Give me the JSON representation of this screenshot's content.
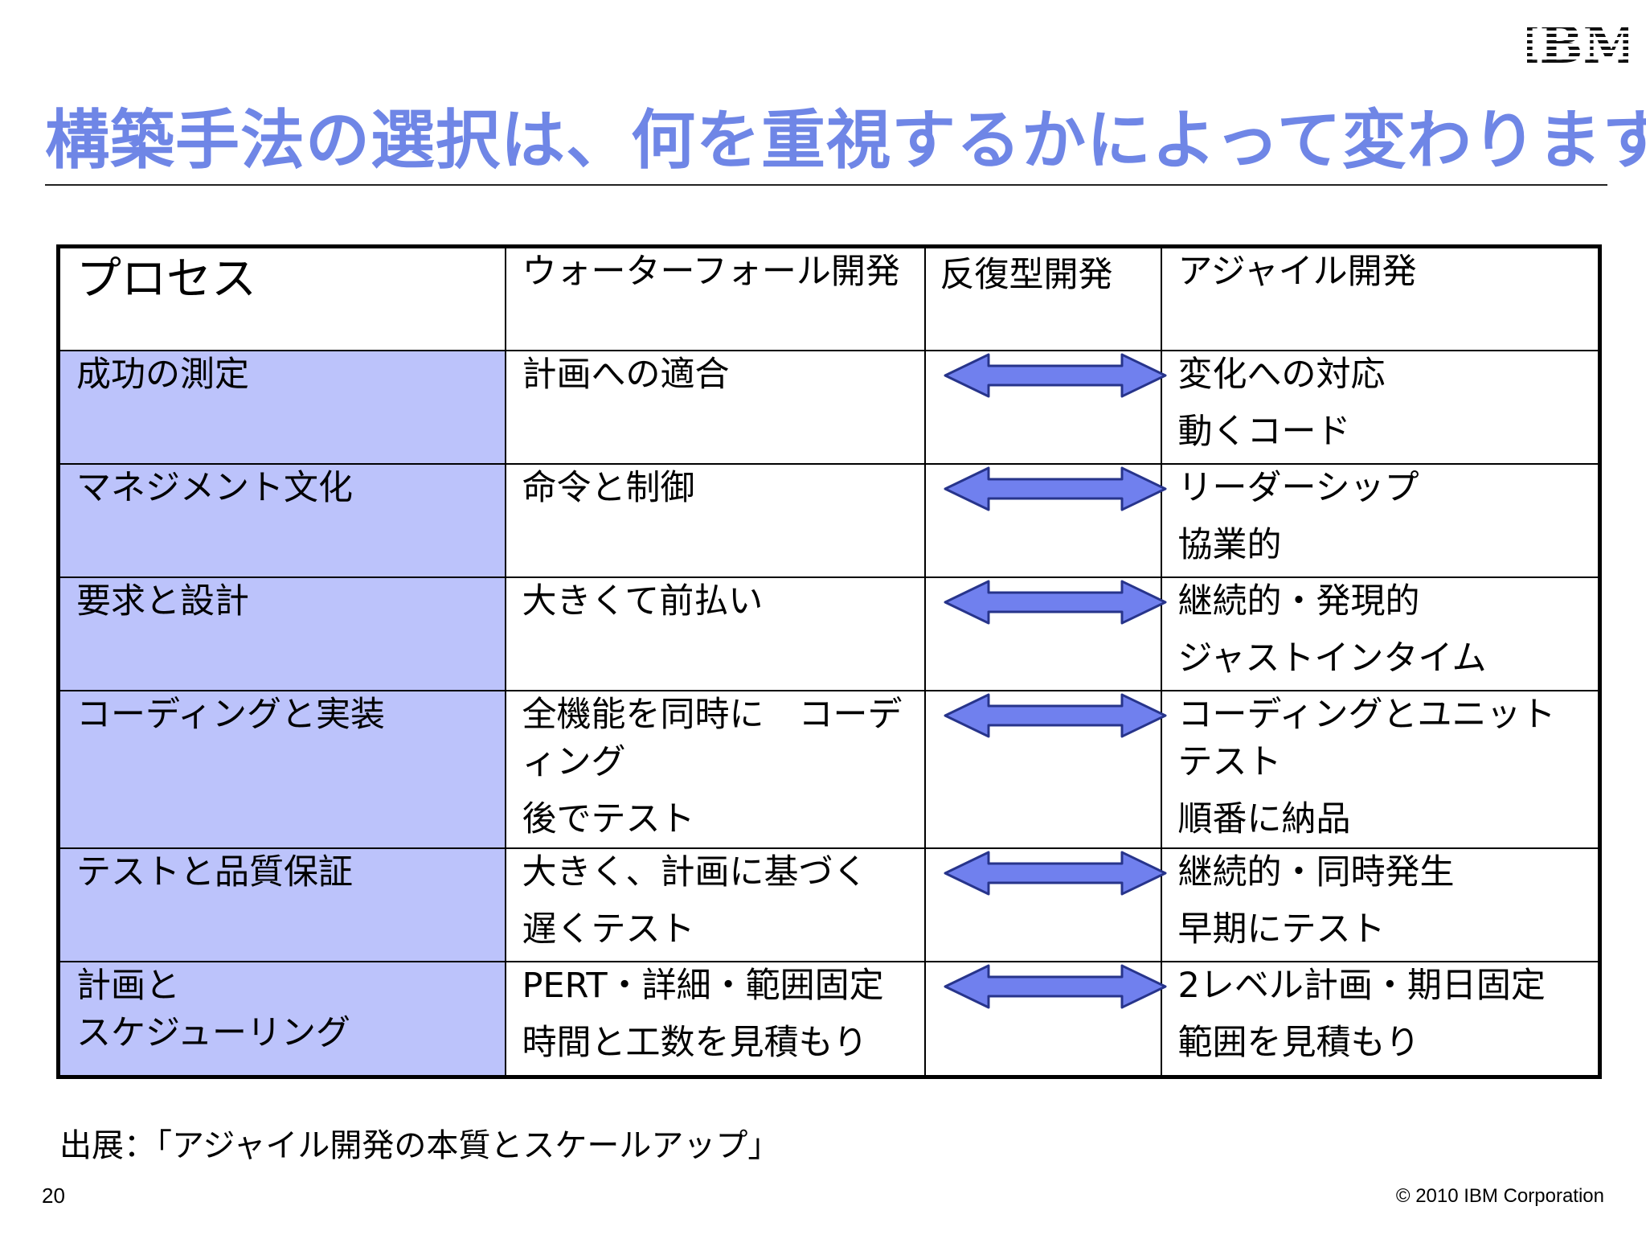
{
  "header": {
    "logo_text": "IBM",
    "title": "構築手法の選択は、何を重視するかによって変わります。"
  },
  "table": {
    "headers": {
      "process": "プロセス",
      "waterfall": "ウォーターフォール開発",
      "iterative": "反復型開発",
      "agile": "アジャイル開発"
    },
    "rows": [
      {
        "label": [
          "成功の測定"
        ],
        "waterfall": [
          "計画への適合"
        ],
        "agile": [
          "変化への対応",
          "動くコード"
        ]
      },
      {
        "label": [
          "マネジメント文化"
        ],
        "waterfall": [
          "命令と制御"
        ],
        "agile": [
          "リーダーシップ",
          "協業的"
        ]
      },
      {
        "label": [
          "要求と設計"
        ],
        "waterfall": [
          "大きくて前払い"
        ],
        "agile": [
          "継続的・発現的",
          "ジャストインタイム"
        ]
      },
      {
        "label": [
          "コーディングと実装"
        ],
        "waterfall": [
          "全機能を同時に　コーディング",
          "後でテスト"
        ],
        "agile": [
          "コーディングとユニットテスト",
          "順番に納品"
        ]
      },
      {
        "label": [
          "テストと品質保証"
        ],
        "waterfall": [
          "大きく、計画に基づく",
          "遅くテスト"
        ],
        "agile": [
          "継続的・同時発生",
          "早期にテスト"
        ]
      },
      {
        "label": [
          "計画と",
          "スケジューリング"
        ],
        "waterfall": [
          "PERT・詳細・範囲固定",
          "時間と工数を見積もり"
        ],
        "agile": [
          "2レベル計画・期日固定",
          "範囲を見積もり"
        ]
      }
    ]
  },
  "footer": {
    "source": "出展：「アジャイル開発の本質とスケールアップ」",
    "page_number": "20",
    "copyright": "© 2010 IBM Corporation"
  },
  "colors": {
    "title": "#6f86e6",
    "label_cell_bg": "#bcc3fb",
    "arrow_fill": "#7080ee",
    "arrow_stroke": "#27348b"
  },
  "icons": {
    "arrow": "double-headed-arrow-icon",
    "logo": "ibm-logo"
  }
}
